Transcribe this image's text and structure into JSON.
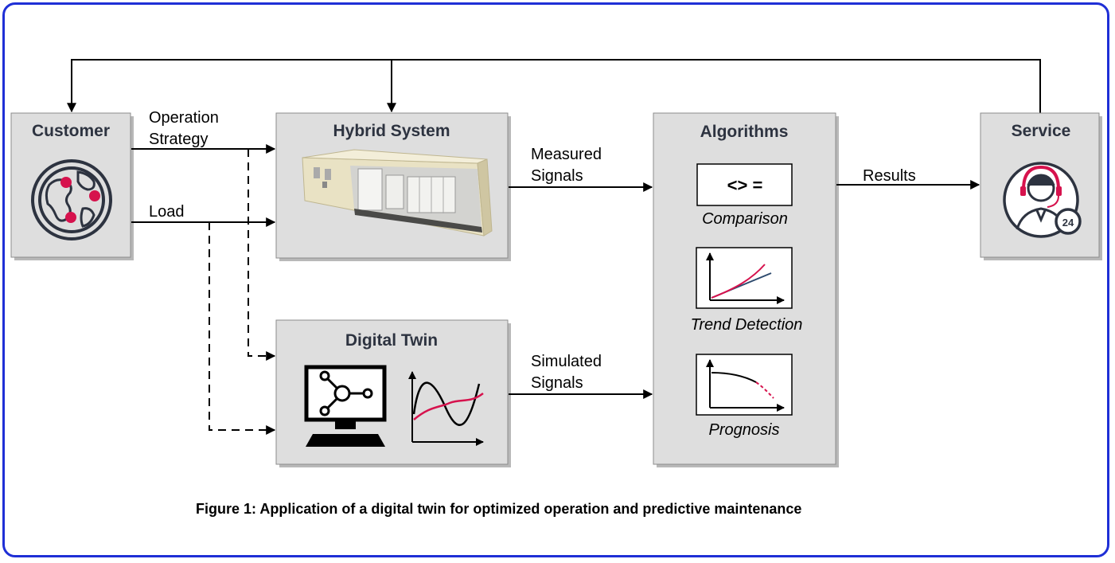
{
  "boxes": {
    "customer": "Customer",
    "hybrid": "Hybrid System",
    "algorithms": "Algorithms",
    "service": "Service",
    "digital_twin": "Digital Twin"
  },
  "inputs": {
    "operation_line1": "Operation",
    "operation_line2": "Strategy",
    "load": "Load"
  },
  "signals": {
    "measured_line1": "Measured",
    "measured_line2": "Signals",
    "simulated_line1": "Simulated",
    "simulated_line2": "Signals",
    "results": "Results"
  },
  "algorithms": {
    "comparison_symbol": "<> =",
    "comparison": "Comparison",
    "trend": "Trend Detection",
    "prognosis": "Prognosis"
  },
  "service_badge": "24",
  "caption": "Figure 1: Application of a digital twin for optimized operation and predictive maintenance",
  "colors": {
    "frame": "#1f2fd6",
    "accent": "#d6124d",
    "box_fill": "#dedede",
    "icon_dark": "#2d3340",
    "trend_line": "#2d4a6e"
  },
  "icons": [
    "globe-icon",
    "container-icon",
    "monitor-network-icon",
    "wave-chart-icon",
    "trend-chart-icon",
    "prognosis-chart-icon",
    "support-agent-icon"
  ]
}
